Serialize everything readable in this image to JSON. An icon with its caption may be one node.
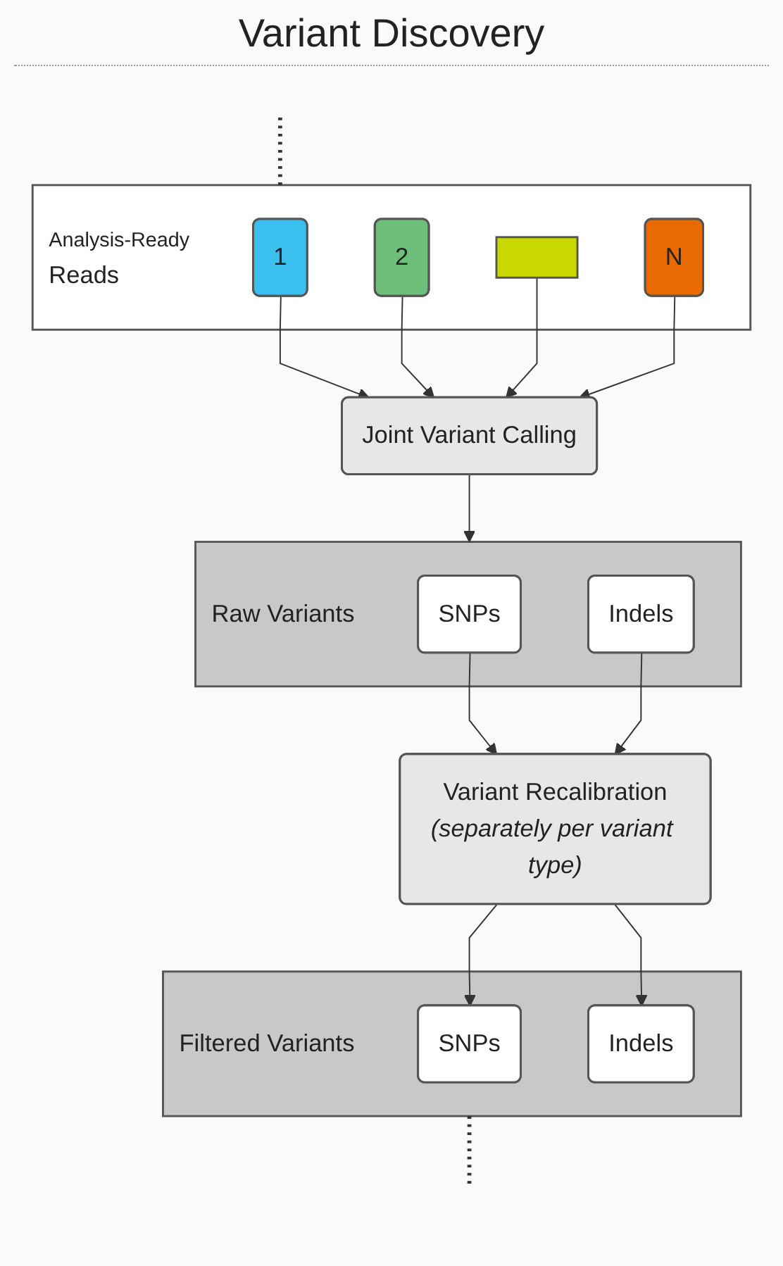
{
  "diagram": {
    "title": "Variant Discovery",
    "nodes": [
      {
        "text": [
          "Analysis-Ready",
          "Reads"
        ]
      },
      {
        "text": [
          "1"
        ],
        "in": 0
      },
      {
        "text": [
          "2"
        ],
        "in": 0
      },
      {
        "text": [],
        "shape": "box",
        "in": 0
      },
      {
        "text": [
          "N"
        ],
        "in": 0
      },
      {
        "text": [
          "Joint Variant Calling"
        ]
      },
      {
        "text": [
          "Raw Variants"
        ]
      },
      {
        "text": [
          "SNPs"
        ],
        "in": 6
      },
      {
        "text": [
          "Indels"
        ],
        "in": 6
      },
      {
        "text": [
          "Variant Recalibration",
          "(separately per variant type)"
        ]
      },
      {
        "text": [
          "Filtered Variants"
        ]
      },
      {
        "text": [
          "SNPs"
        ],
        "in": 10
      },
      {
        "text": [
          "Indels"
        ],
        "in": 10
      }
    ],
    "edges": [
      {
        "from": null,
        "to": 0,
        "arrow": "none",
        "style": "dashed"
      },
      {
        "from": 1,
        "to": 5,
        "arrow": "to"
      },
      {
        "from": 2,
        "to": 5,
        "arrow": "to"
      },
      {
        "from": 3,
        "to": 5,
        "arrow": "to"
      },
      {
        "from": 4,
        "to": 5,
        "arrow": "to"
      },
      {
        "from": 5,
        "to": 6,
        "arrow": "to"
      },
      {
        "from": 7,
        "to": 9,
        "arrow": "to"
      },
      {
        "from": 8,
        "to": 9,
        "arrow": "to"
      },
      {
        "from": 9,
        "to": 11,
        "arrow": "to"
      },
      {
        "from": 9,
        "to": 12,
        "arrow": "to"
      },
      {
        "from": 10,
        "to": null,
        "arrow": "none",
        "style": "dashed"
      }
    ]
  }
}
